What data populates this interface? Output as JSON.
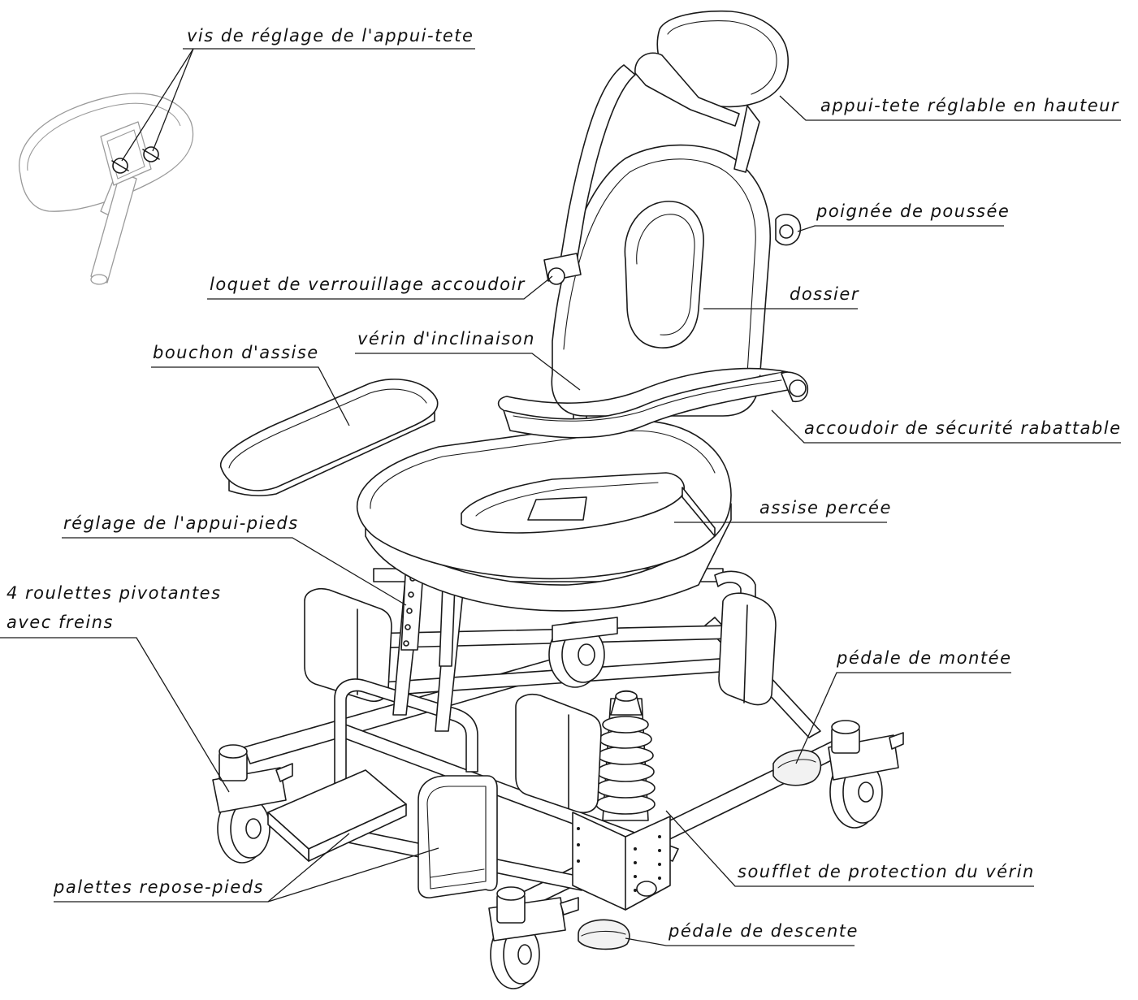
{
  "labels": {
    "headrest_screws": "vis de réglage de l'appui-tete",
    "headrest": "appui-tete réglable en hauteur",
    "push_handle": "poignée de poussée",
    "armrest_latch": "loquet de verrouillage accoudoir",
    "backrest": "dossier",
    "tilt_cylinder": "vérin d'inclinaison",
    "seat_plug": "bouchon d'assise",
    "safety_armrest": "accoudoir de sécurité rabattable",
    "cutout_seat": "assise percée",
    "footrest_adjust": "réglage de l'appui-pieds",
    "casters_line1": "4 roulettes pivotantes",
    "casters_line2": "avec freins",
    "up_pedal": "pédale de montée",
    "bellows": "soufflet de protection du vérin",
    "footrests": "palettes repose-pieds",
    "down_pedal": "pédale de descente"
  }
}
